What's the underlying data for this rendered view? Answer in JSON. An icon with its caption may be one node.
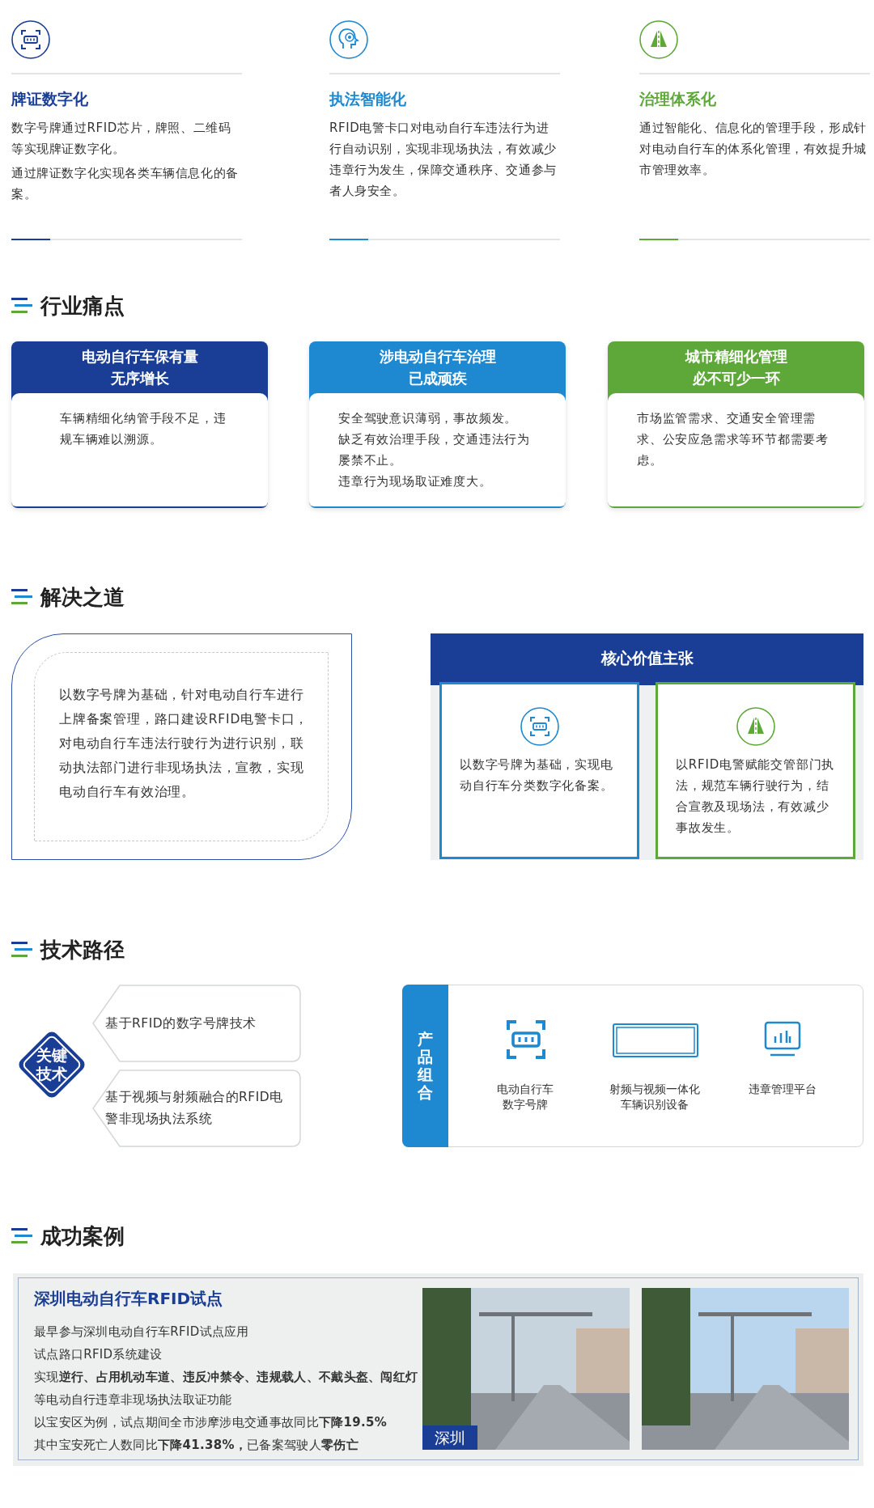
{
  "diagram": {
    "nodes": [
      {
        "text": [
          "电动自行车保有量无序增长",
          "车辆精细化纳管手段不足，违规车辆难以溯源。"
        ]
      },
      {
        "text": [
          "涉电动自行车治理已成顽疾",
          "安全驾驶意识薄弱，事故频发。",
          "缺乏有效治理手段，交通违法行为屡禁不止。",
          "违章行为现场取证难度大。"
        ]
      },
      {
        "text": [
          "城市精细化管理必不可少一环",
          "市场监管需求、交通安全管理需求、公安应急需求等环节都需要考虑。"
        ]
      },
      {
        "text": [
          "以数字号牌为基础，针对电动自行车进行上牌备案管理，路口建设RFID电警卡口，对电动自行车违法行驶行为进行识别，联动执法部门进行非现场执法，宣教，实现电动自行车有效治理。"
        ]
      },
      {
        "text": [
          "核心价值主张"
        ]
      },
      {
        "text": [
          "以数字号牌为基础，实现电动自行车分类数字化备案。"
        ],
        "in": 4
      },
      {
        "text": [
          "以RFID电警赋能交管部门执法，规范车辆行驶行为，结合宣教及现场法，有效减少事故发生。"
        ],
        "in": 4
      },
      {
        "text": [
          "关键技术"
        ]
      },
      {
        "text": [
          "基于RFID的数字号牌技术"
        ]
      },
      {
        "text": [
          "基于视频与射频融合的RFID电警非现场执法系统"
        ]
      },
      {
        "text": [
          "产品组合"
        ]
      },
      {
        "text": [
          "深圳电动自行车RFID试点",
          "最早参与深圳电动自行车RFID试点应用",
          "试点路口RFID系统建设",
          "实现**逆行、占用机动车道、违反冲禁令、违规载人、不戴头盔、闯红灯**等电动自行违章非现场执法取证功能",
          "以宝安区为例，试点期间全市涉摩涉电交通事故同比**下降19.5%**",
          "其中宝安死亡人数同比**下降41.38%，**已备案驾驶人**零伤亡**"
        ]
      },
      {
        "text": [
          "深圳"
        ],
        "in": 11
      },
      {
        "text": [],
        "shape": "picture",
        "in": 11
      }
    ],
    "labels": [
      "牌证数字化",
      "数字号牌通过RFID芯片，牌照、二维码等实现牌证数字化。",
      "通过牌证数字化实现各类车辆信息化的备案。",
      "执法智能化",
      "RFID电警卡口对电动自行车违法行为进行自动识别，实现非现场执法，有效减少违章行为发生，保障交通秩序、交通参与者人身安全。",
      "治理体系化",
      "通过智能化、信息化的管理手段，形成针对电动自行车的体系化管理，有效提升城市管理效率。",
      "行业痛点",
      "解决之道",
      "技术路径",
      "电动自行车数字号牌",
      "射频与视频一体化车辆识别设备",
      "违章管理平台",
      "成功案例"
    ]
  }
}
